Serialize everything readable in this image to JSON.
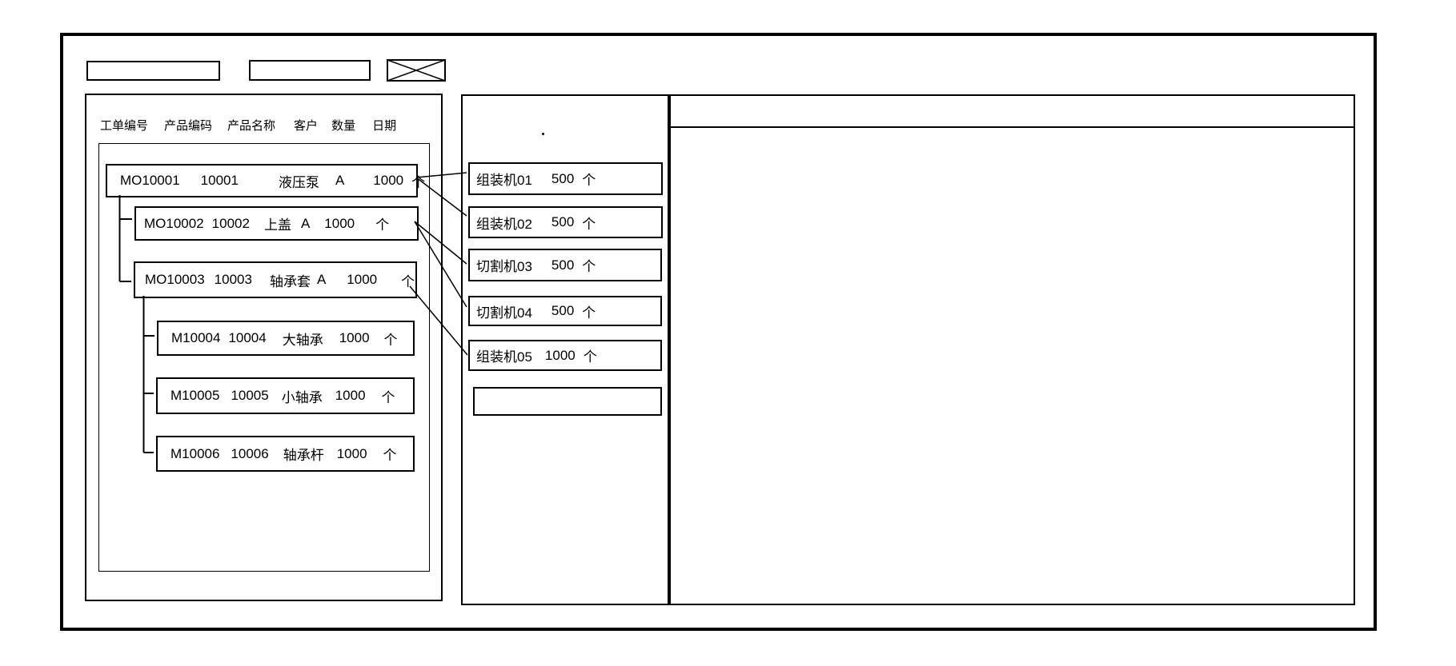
{
  "toolbar": {
    "field1_value": "",
    "field2_value": ""
  },
  "left_panel": {
    "header_columns": {
      "order_no": "工单编号",
      "product_code": "产品编码",
      "product_name": "产品名称",
      "customer": "客户",
      "qty": "数量",
      "date": "日期"
    },
    "orders": [
      {
        "order_no": "MO10001",
        "product_code": "10001",
        "product_name": "液压泵",
        "customer": "A",
        "qty": "1000",
        "unit": "个"
      },
      {
        "order_no": "MO10002",
        "product_code": "10002",
        "product_name": "上盖",
        "customer": "A",
        "qty": "1000",
        "unit": "个"
      },
      {
        "order_no": "MO10003",
        "product_code": "10003",
        "product_name": "轴承套",
        "customer": "A",
        "qty": "1000",
        "unit": "个"
      },
      {
        "order_no": "M10004",
        "product_code": "10004",
        "product_name": "大轴承",
        "customer": "",
        "qty": "1000",
        "unit": "个"
      },
      {
        "order_no": "M10005",
        "product_code": "10005",
        "product_name": "小轴承",
        "customer": "",
        "qty": "1000",
        "unit": "个"
      },
      {
        "order_no": "M10006",
        "product_code": "10006",
        "product_name": "轴承杆",
        "customer": "",
        "qty": "1000",
        "unit": "个"
      }
    ]
  },
  "middle_panel": {
    "stray_mark": "",
    "machines": [
      {
        "name": "组装机01",
        "qty": "500",
        "unit": "个"
      },
      {
        "name": "组装机02",
        "qty": "500",
        "unit": "个"
      },
      {
        "name": "切割机03",
        "qty": "500",
        "unit": "个"
      },
      {
        "name": "切割机04",
        "qty": "500",
        "unit": "个"
      },
      {
        "name": "组装机05",
        "qty": "1000",
        "unit": "个"
      },
      {
        "name": "",
        "qty": "",
        "unit": ""
      }
    ]
  },
  "right_panel": {
    "header_text": "",
    "body_text": ""
  },
  "connections": [
    {
      "from": "MO10001",
      "to": "组装机01"
    },
    {
      "from": "MO10001",
      "to": "组装机02"
    },
    {
      "from": "MO10002",
      "to": "切割机03"
    },
    {
      "from": "MO10002",
      "to": "切割机04"
    },
    {
      "from": "MO10003",
      "to": "组装机05"
    }
  ],
  "colors": {
    "stroke": "#000000",
    "background": "#ffffff"
  }
}
